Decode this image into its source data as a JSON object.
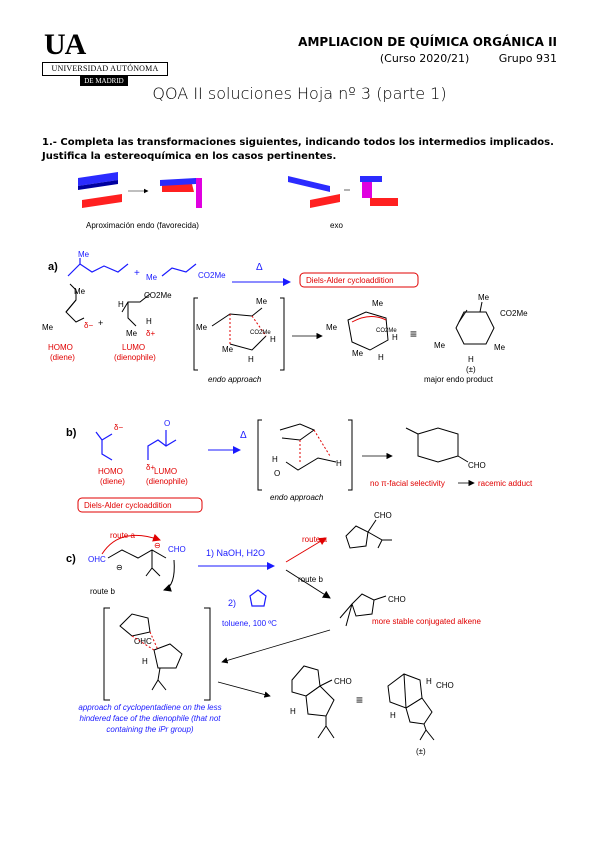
{
  "header": {
    "logo_mark": "UA",
    "logo_line1": "UNIVERSIDAD AUTÓNOMA",
    "logo_line2": "DE MADRID",
    "course_title": "AMPLIACION DE QUÍMICA ORGÁNICA II",
    "course_year": "(Curso 2020/21)",
    "group": "Grupo 931"
  },
  "doc_title": "QOA II soluciones Hoja nº 3 (parte 1)",
  "question1": "1.- Completa las transformaciones siguientes, indicando todos los intermedios implicados. Justifica la estereoquímica en los casos pertinentes.",
  "intro": {
    "endo_caption": "Aproximación endo (favorecida)",
    "exo_caption": "exo"
  },
  "part_a": {
    "label": "a)",
    "me_top": "Me",
    "plus": "+",
    "co2me": "CO2Me",
    "me": "Me",
    "delta": "Δ",
    "reaction_box": "Diels-Alder cycloaddition",
    "me_diene": "Me",
    "delta_minus": "δ−",
    "homo": "HOMO",
    "diene": "(diene)",
    "h": "H",
    "co2me_dienophile": "CO2Me",
    "delta_plus": "δ+",
    "lumo": "LUMO",
    "dienophile": "(dienophile)",
    "ts_me": "Me",
    "ts_co2me": "CO2Me",
    "ts_h": "H",
    "ts_me2": "Me",
    "endo_approach": "endo approach",
    "prod_me1": "Me",
    "prod_co2me": "CO2Me",
    "prod_me2": "Me",
    "prod_me3": "Me",
    "prod_h": "H",
    "racemic": "(±)",
    "product_caption": "major endo product"
  },
  "part_b": {
    "label": "b)",
    "delta_minus": "δ−",
    "o": "O",
    "delta_plus": "δ+",
    "homo": "HOMO",
    "diene": "(diene)",
    "lumo": "LUMO",
    "dienophile": "(dienophile)",
    "delta": "Δ",
    "ts_h": "H",
    "ts_o": "O",
    "ts_h2": "H",
    "endo_approach": "endo approach",
    "cho": "CHO",
    "selectivity": "no π-facial selectivity",
    "racemic_adduct": "racemic adduct",
    "reaction_box": "Diels-Alder cycloaddition"
  },
  "part_c": {
    "label": "c)",
    "route_a": "route a",
    "ohc": "OHC",
    "cho": "CHO",
    "minus": "⊖",
    "route_b": "route b",
    "step1": "1) NaOH, H2O",
    "route_a_red": "route a",
    "route_b2": "route b",
    "product_a_cho": "CHO",
    "product_b_cho": "CHO",
    "stable_alkene": "more stable conjugated alkene",
    "step2": "2)",
    "toluene": "toluene, 100 ºC",
    "ts_ohc": "OHC",
    "ts_h": "H",
    "approach_note": "approach of cyclopentadiene on the less hindered face of the dienophile (that not containing the iPr group)",
    "final_cho": "CHO",
    "final_h": "H",
    "final2_cho": "CHO",
    "final2_h1": "H",
    "final2_h2": "H",
    "racemic": "(±)"
  },
  "colors": {
    "red": "#e00000",
    "blue": "#1a1aff",
    "magenta": "#e000e0"
  }
}
